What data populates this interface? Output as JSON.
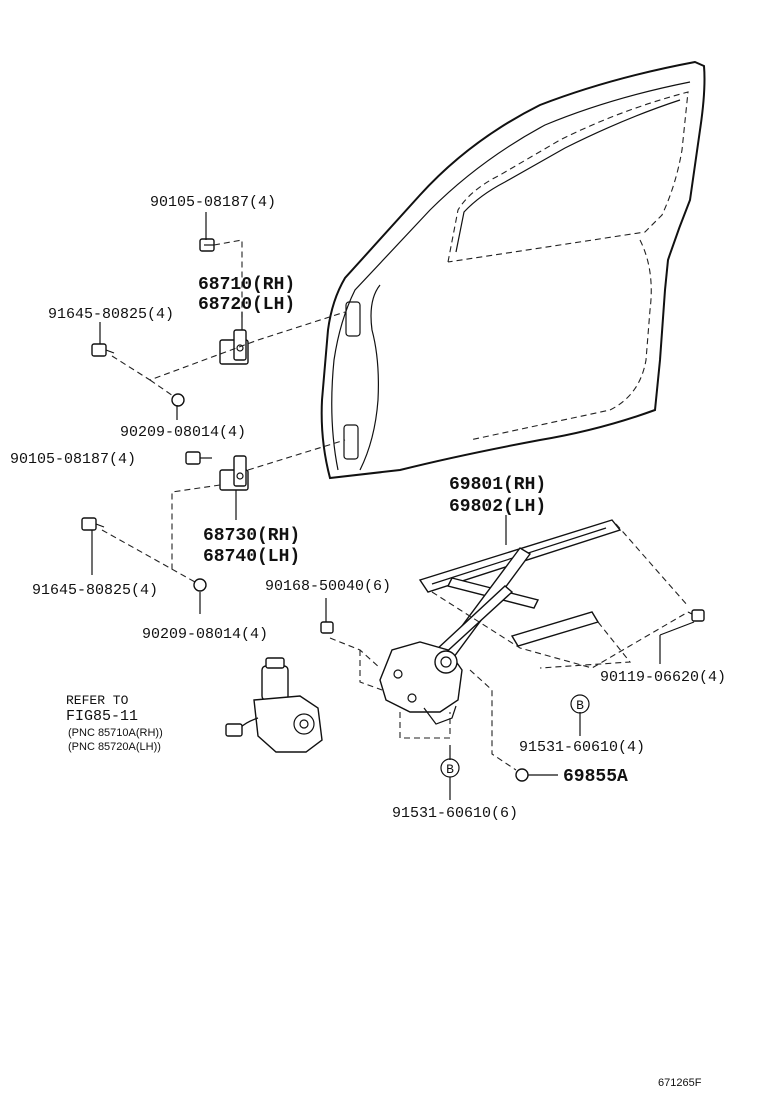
{
  "diagram": {
    "parts": {
      "bolt_upper_hinge": "90105-08187(4)",
      "hinge_upper_rh": "68710(RH)",
      "hinge_upper_lh": "68720(LH)",
      "bolt_upper_left": "91645-80825(4)",
      "nut_upper": "90209-08014(4)",
      "bolt_lower_hinge": "90105-08187(4)",
      "hinge_lower_rh": "68730(RH)",
      "hinge_lower_lh": "68740(LH)",
      "bolt_lower_left": "91645-80825(4)",
      "nut_lower": "90209-08014(4)",
      "regulator_rh": "69801(RH)",
      "regulator_lh": "69802(LH)",
      "bolt_regulator": "90168-50040(6)",
      "bolt_right": "90119-06620(4)",
      "rivet_right": "91531-60610(4)",
      "rivet_bottom": "91531-60610(6)",
      "plug": "69855A"
    },
    "callout_marker": "B",
    "motor_note": {
      "line1": "REFER TO",
      "line2": "FIG85-11",
      "line3": "(PNC 85710A(RH))",
      "line4": "(PNC 85720A(LH))"
    },
    "figure_code": "671265F"
  }
}
